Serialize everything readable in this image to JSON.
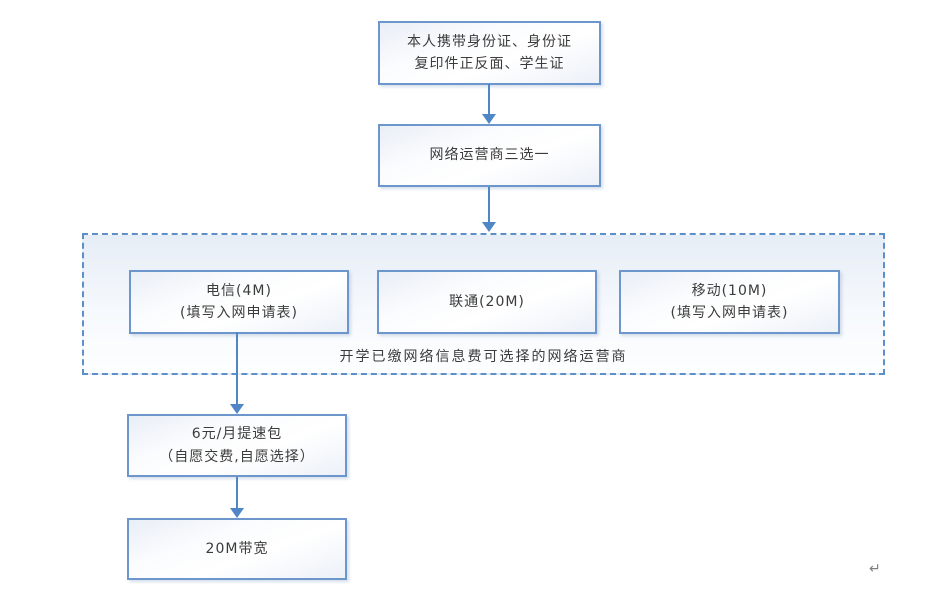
{
  "flowchart": {
    "nodes": {
      "documents": {
        "line1": "本人携带身份证、身份证",
        "line2": "复印件正反面、学生证"
      },
      "choose_operator": {
        "label": "网络运营商三选一"
      },
      "telecom": {
        "line1": "电信(4M)",
        "line2": "(填写入网申请表)"
      },
      "unicom": {
        "label": "联通(20M)"
      },
      "mobile": {
        "line1": "移动(10M)",
        "line2": "(填写入网申请表)"
      },
      "group_caption": "开学已缴网络信息费可选择的网络运营商",
      "speed_package": {
        "line1": "6元/月提速包",
        "line2": "（自愿交费,自愿选择）"
      },
      "bandwidth": {
        "label": "20M带宽"
      }
    },
    "colors": {
      "arrow": "#4f86c5",
      "box_border": "#6d97cc",
      "dashed_border": "#5d8fc9",
      "box_fill_tint": "#ecf1f8",
      "group_fill_tint": "#e6edf6",
      "text": "#3c3c3c"
    },
    "paragraph_mark": "↵"
  }
}
